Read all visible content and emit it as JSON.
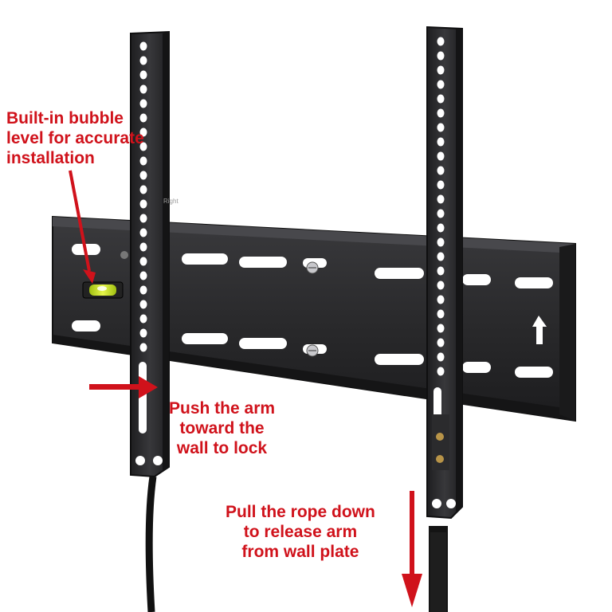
{
  "callouts": {
    "bubble_level": [
      "Built-in bubble",
      "level for accurate",
      "installation"
    ],
    "push_arm": [
      "Push the arm",
      "toward the",
      "wall to lock"
    ],
    "pull_rope": [
      "Pull the rope down",
      "to release arm",
      "from wall plate"
    ]
  },
  "product": {
    "arm_orientation_label": "Right"
  },
  "colors": {
    "callout_text": "#d0121b",
    "arrow": "#d0121b",
    "metal": "#2a2a2c",
    "bubble_level": "#c6e02a",
    "background": "#ffffff"
  }
}
